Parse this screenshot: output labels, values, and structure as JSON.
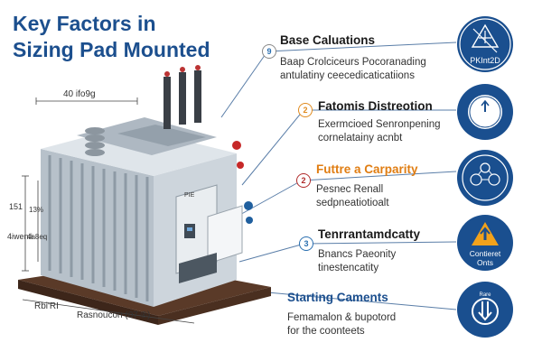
{
  "title_lines": [
    "Key Factors in",
    "Sizing Pad Mounted"
  ],
  "dimensions": {
    "top": "40 ifo9g",
    "left_upper": "151",
    "left_mid": "13%",
    "left_side": "4iwenä",
    "left_side2": "4a8eq",
    "bottom_left": "Rbi'RI",
    "bottom_mid": "Rasnoucon (07 ®)",
    "plate": "PIE"
  },
  "factors": [
    {
      "number": "9",
      "title": "Base Caluations",
      "desc": [
        "Baap Crolciceurs Pocoranading",
        "antulatiny ceecedicaticatiions"
      ],
      "color": "#1a1a1a",
      "badge_color": "#2a6fb0"
    },
    {
      "number": "2",
      "title": "Fatomis Distreotion",
      "desc": [
        "Exermcioed Senronpening",
        "cornelatainy acnbt"
      ],
      "color": "#1a1a1a",
      "badge_color": "#e08a1e"
    },
    {
      "number": "2",
      "title": "Futtre a Carparity",
      "desc": [
        "Pesnec Renall",
        "sedpneatiotioalt"
      ],
      "color": "#e07d12",
      "badge_color": "#b02a2a"
    },
    {
      "number": "3",
      "title": "Tenrrantamdcatty",
      "desc": [
        "Bnancs Paeonity",
        "tinestencatity"
      ],
      "color": "#1a1a1a",
      "badge_color": "#2a6fb0"
    },
    {
      "number": "",
      "title": "Starting Caments",
      "desc": [
        "Femamalon & bupotord",
        "for the coonteets"
      ],
      "color": "#1c4f8e",
      "badge_color": "#2a6fb0"
    }
  ],
  "icons": [
    {
      "name": "transformer-load-icon",
      "label": "PKInt2D",
      "color": "#1a4f8f"
    },
    {
      "name": "gauge-icon",
      "label": "",
      "color": "#1a4f8f"
    },
    {
      "name": "network-icon",
      "label": "",
      "color": "#1a4f8f"
    },
    {
      "name": "warning-triangle-icon",
      "label_lines": [
        "Contieret",
        "Onts"
      ],
      "color": "#1a4f8f",
      "accent": "#f2a21b"
    },
    {
      "name": "power-down-icon",
      "label": "Rare",
      "color": "#1a4f8f"
    }
  ]
}
